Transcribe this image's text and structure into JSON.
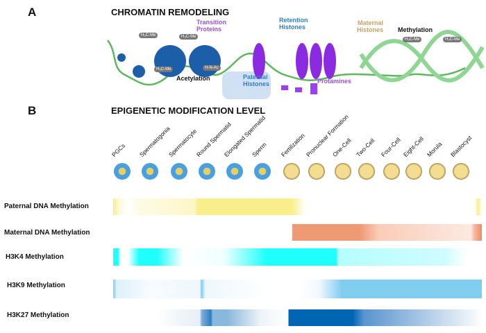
{
  "panelA": {
    "letter": "A",
    "title": "CHROMATIN REMODELING",
    "labels": {
      "transition": "Transition Proteins",
      "retention": "Retention Histones",
      "maternal": "Maternal Histones",
      "methylation": "Methylation",
      "acetylation": "Acetylation",
      "paternal": "Paternal Histones",
      "protamines": "Protamines"
    },
    "tags": {
      "me1": "H₃C-Me",
      "me2": "H₃C-Me",
      "me3": "H₃C-Me",
      "ac": "H-N-Ac",
      "me4": "H₃C-Me",
      "me5": "H₃C-Me"
    }
  },
  "panelB": {
    "letter": "B",
    "title": "EPIGENETIC MODIFICATION LEVEL",
    "stages": [
      "PGCs",
      "Spermatogonia",
      "Spermatocyte",
      "Round Spermatid",
      "Elongated Spermatid",
      "Sperm",
      "Fertilization",
      "Pronuclear Formation",
      "One-Cell",
      "Two-Cell",
      "Four-Cell",
      "Eight-Cell",
      "Morula",
      "Blastocyst"
    ],
    "rows": [
      {
        "label": "Paternal DNA Methylation",
        "color": "#f8ee8c"
      },
      {
        "label": "Maternal DNA Methylation",
        "color": "#f09a74"
      },
      {
        "label": "H3K4 Methylation",
        "color": "#20ffff"
      },
      {
        "label": "H3K9 Methylation",
        "color": "#80cdf0"
      },
      {
        "label": "H3K27 Methylation",
        "color": "#0066b3"
      }
    ]
  }
}
